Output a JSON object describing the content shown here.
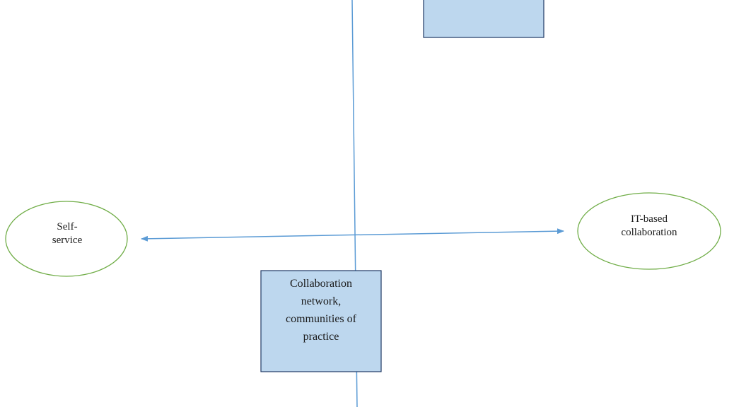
{
  "nodes": {
    "top_box": {
      "text": ""
    },
    "self_service": {
      "text": "Self-\nservice"
    },
    "it_collaboration": {
      "text": "IT-based\ncollaboration"
    },
    "collaboration_network": {
      "text": "Collaboration\nnetwork,\ncommunities of\npractice"
    }
  },
  "colors": {
    "axis": "#5b9bd5",
    "box_fill": "#bdd7ee",
    "box_stroke": "#1f3864",
    "ellipse_stroke": "#70ad47"
  }
}
